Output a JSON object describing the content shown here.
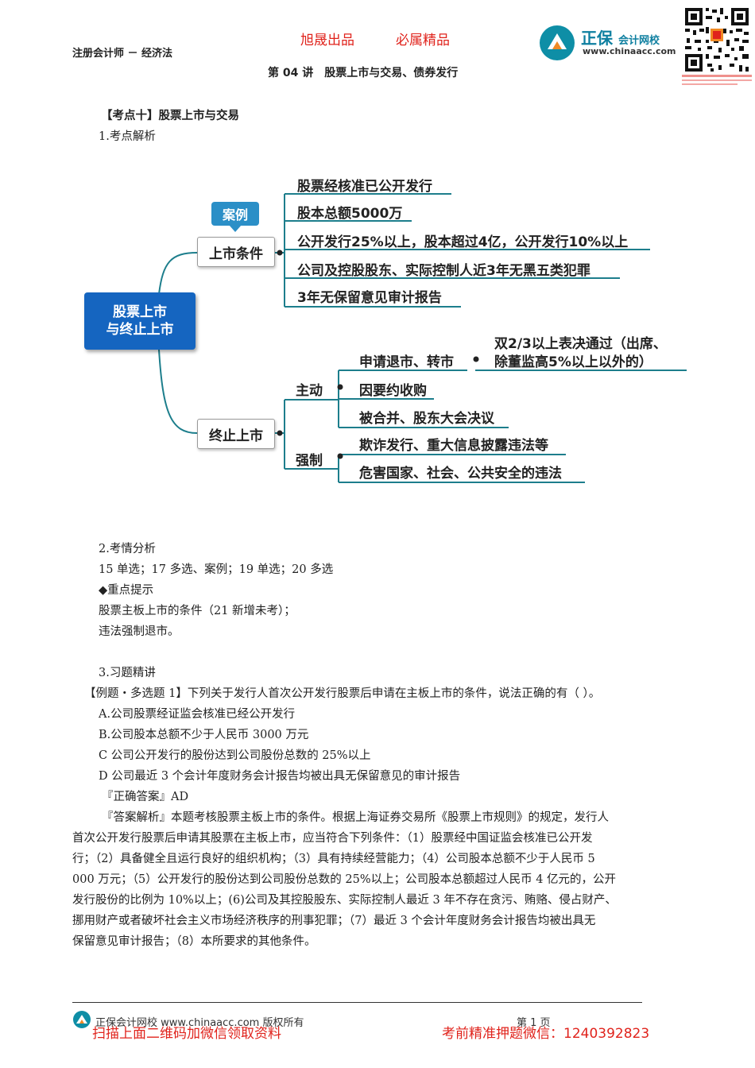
{
  "header": {
    "subject": "注册会计师 － 经济法",
    "brand_left": "旭晟出品",
    "brand_right": "必属精品",
    "lecture_title": "第 04 讲　股票上市与交易、债券发行",
    "logo_name": "正保",
    "logo_sub": "会计网校",
    "logo_url": "www.chinaacc.com"
  },
  "section": {
    "heading": "【考点十】股票上市与交易",
    "sub1": "1.考点解析"
  },
  "mindmap": {
    "root": "股票上市\n与终止上市",
    "root_line1": "股票上市",
    "root_line2": "与终止上市",
    "case_tag": "案例",
    "listing": {
      "label": "上市条件",
      "items": [
        "股票经核准已公开发行",
        "股本总额5000万",
        "公开发行25%以上，股本超过4亿，公开发行10%以上",
        "公司及控股股东、实际控制人近3年无黑五类犯罪",
        "3年无保留意见审计报告"
      ]
    },
    "termination": {
      "label": "终止上市",
      "voluntary": {
        "label": "主动",
        "items": [
          "申请退市、转市",
          "因要约收购",
          "被合并、股东大会决议"
        ],
        "note_line1": "双2/3以上表决通过（出席、",
        "note_line2": "除董监高5%以上以外的）"
      },
      "forced": {
        "label": "强制",
        "items": [
          "欺诈发行、重大信息披露违法等",
          "危害国家、社会、公共安全的违法"
        ]
      }
    }
  },
  "analysis": {
    "title": "2.考情分析",
    "years": "15 单选；17 多选、案例；19 单选；20 多选",
    "tips_title": "◆重点提示",
    "tip1": "股票主板上市的条件（21 新增未考）；",
    "tip2": "违法强制退市。"
  },
  "exercise": {
    "title": "3.习题精讲",
    "question": "【例题・多选题 1】下列关于发行人首次公开发行股票后申请在主板上市的条件，说法正确的有（ ）。",
    "option_a": "A.公司股票经证监会核准已经公开发行",
    "option_b": "B.公司股本总额不少于人民币 3000 万元",
    "option_c": "C  公司公开发行的股份达到公司股份总数的 25%以上",
    "option_d": "D  公司最近 3 个会计年度财务会计报告均被出具无保留意见的审计报告",
    "answer": "『正确答案』AD",
    "explanation_l1": "『答案解析』本题考核股票主板上市的条件。根据上海证券交易所《股票上市规则》的规定，发行人",
    "explanation_l2": "首次公开发行股票后申请其股票在主板上市，应当符合下列条件：（1）股票经中国证监会核准已公开发",
    "explanation_l3": "行；（2）具备健全且运行良好的组织机构；（3）具有持续经营能力；（4）公司股本总额不少于人民币 5",
    "explanation_l4": "000 万元；（5）公开发行的股份达到公司股份总数的 25%以上；公司股本总额超过人民币 4 亿元的，公开",
    "explanation_l5": "发行股份的比例为 10%以上；(6)公司及其控股股东、实际控制人最近 3 年不存在贪污、贿赂、侵占财产、",
    "explanation_l6": "挪用财产或者破坏社会主义市场经济秩序的刑事犯罪；（7）最近 3 个会计年度财务会计报告均被出具无",
    "explanation_l7": "保留意见审计报告；（8）本所要求的其他条件。"
  },
  "footer": {
    "copyright": "正保会计网校  www.chinaacc.com  版权所有",
    "page": "第 1 页",
    "promo_left": "扫描上面二维码加微信领取资料",
    "promo_right": "考前精准押题微信：1240392823"
  },
  "colors": {
    "brand_red": "#e0231c",
    "root_blue": "#1565c0",
    "branch_teal": "#1d7e8c",
    "logo_teal": "#0e8ea6"
  }
}
